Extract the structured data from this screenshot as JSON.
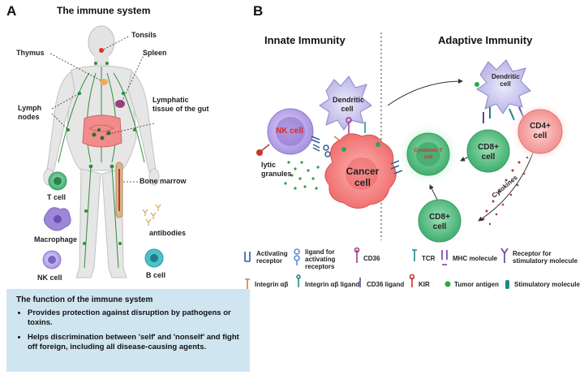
{
  "panel_a": {
    "letter": "A",
    "title": "The immune system",
    "labels": {
      "tonsils": "Tonsils",
      "thymus": "Thymus",
      "spleen": "Spleen",
      "lymph_nodes": "Lymph nodes",
      "lymphatic_gut": "Lymphatic tissue of the gut",
      "bone_marrow": "Bone marrow",
      "t_cell": "T cell",
      "macrophage": "Macrophage",
      "nk_cell": "NK cell",
      "antibodies": "antibodies",
      "b_cell": "B cell"
    },
    "function_box": {
      "title": "The function  of the immune system",
      "bullets": [
        "Provides protection against disruption by pathogens or toxins.",
        "Helps discrimination between 'self' and 'nonself' and fight off foreign, including all disease-causing agents."
      ]
    }
  },
  "panel_b": {
    "letter": "B",
    "innate_title": "Innate Immunity",
    "adaptive_title": "Adaptive Immunity",
    "labels": {
      "dendritic_left": "Dendritic cell",
      "nk_cell": "NK cell",
      "lytic_granules": "lytic granules",
      "cancer_cell": "Cancer cell",
      "cytotoxic_t": "Cytotoxic T cell",
      "dendritic_right": "Dendritic cell",
      "cd8_top": "CD8+ cell",
      "cd4": "CD4+ cell",
      "cd8_bottom": "CD8+ cell",
      "cytokines": "Cytokines"
    },
    "legend": [
      {
        "icon": "activating-receptor-icon",
        "label": "Activating receptor"
      },
      {
        "icon": "ligand-icon",
        "label": "ligand for activating receptors"
      },
      {
        "icon": "cd36-icon",
        "label": "CD36"
      },
      {
        "icon": "tcr-icon",
        "label": "TCR"
      },
      {
        "icon": "mhc-icon",
        "label": "MHC molecule"
      },
      {
        "icon": "stim-receptor-icon",
        "label": "Receptor for stimulatory molecule"
      },
      {
        "icon": "integrin-icon",
        "label": "Integrin αβ"
      },
      {
        "icon": "integrin-ligand-icon",
        "label": "Integrin αβ ligand"
      },
      {
        "icon": "cd36-ligand-icon",
        "label": "CD36 ligand"
      },
      {
        "icon": "kir-icon",
        "label": "KIR"
      },
      {
        "icon": "tumor-antigen-icon",
        "label": "Tumor antigen"
      },
      {
        "icon": "stimulatory-molecule-icon",
        "label": "Stimulatory molecule"
      }
    ]
  },
  "colors": {
    "body": "#e6e6e6",
    "lymph": "#2f8f3a",
    "nk": "#b9a6e6",
    "dendritic": "#c9c3ec",
    "cancer": "#f27c7c",
    "green_cell": "#63c28a",
    "cd4": "#f59a9a",
    "panel_box": "#cfe6f1"
  }
}
